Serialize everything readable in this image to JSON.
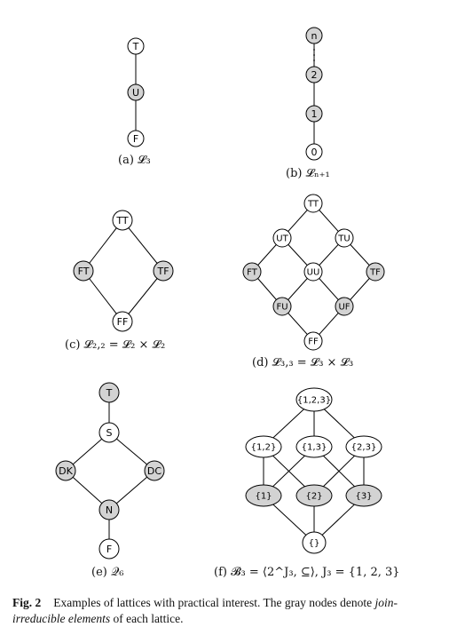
{
  "colors": {
    "gray_node": "#d3d3d3",
    "white_node": "#ffffff",
    "stroke": "#000000"
  },
  "lattices": [
    {
      "caption": "(a) 𝓛₃",
      "nodes": [
        {
          "id": "T",
          "label": "T",
          "gray": false
        },
        {
          "id": "U",
          "label": "U",
          "gray": true
        },
        {
          "id": "F",
          "label": "F",
          "gray": false
        }
      ],
      "edges": [
        [
          "T",
          "U"
        ],
        [
          "U",
          "F"
        ]
      ]
    },
    {
      "caption": "(b) 𝓛ₙ₊₁",
      "nodes": [
        {
          "id": "n",
          "label": "n",
          "gray": true
        },
        {
          "id": "2",
          "label": "2",
          "gray": true
        },
        {
          "id": "1",
          "label": "1",
          "gray": true
        },
        {
          "id": "0",
          "label": "0",
          "gray": false
        }
      ],
      "edges": [
        [
          "n",
          "2"
        ],
        [
          "2",
          "1"
        ],
        [
          "1",
          "0"
        ]
      ]
    },
    {
      "caption": "(c) 𝓛₂,₂ = 𝓛₂ × 𝓛₂",
      "nodes": [
        {
          "id": "TT",
          "label": "TT",
          "gray": false
        },
        {
          "id": "FT",
          "label": "FT",
          "gray": true
        },
        {
          "id": "TF",
          "label": "TF",
          "gray": true
        },
        {
          "id": "FF",
          "label": "FF",
          "gray": false
        }
      ],
      "edges": [
        [
          "TT",
          "FT"
        ],
        [
          "TT",
          "TF"
        ],
        [
          "FT",
          "FF"
        ],
        [
          "TF",
          "FF"
        ]
      ]
    },
    {
      "caption": "(d) 𝓛₃,₃ = 𝓛₃ × 𝓛₃",
      "nodes": [
        {
          "id": "TT",
          "label": "TT",
          "gray": false
        },
        {
          "id": "UT",
          "label": "UT",
          "gray": false
        },
        {
          "id": "TU",
          "label": "TU",
          "gray": false
        },
        {
          "id": "FT",
          "label": "FT",
          "gray": true
        },
        {
          "id": "UU",
          "label": "UU",
          "gray": false
        },
        {
          "id": "TF",
          "label": "TF",
          "gray": true
        },
        {
          "id": "FU",
          "label": "FU",
          "gray": true
        },
        {
          "id": "UF",
          "label": "UF",
          "gray": true
        },
        {
          "id": "FF",
          "label": "FF",
          "gray": false
        }
      ],
      "edges": [
        [
          "TT",
          "UT"
        ],
        [
          "TT",
          "TU"
        ],
        [
          "UT",
          "FT"
        ],
        [
          "UT",
          "UU"
        ],
        [
          "TU",
          "UU"
        ],
        [
          "TU",
          "TF"
        ],
        [
          "FT",
          "FU"
        ],
        [
          "UU",
          "FU"
        ],
        [
          "UU",
          "UF"
        ],
        [
          "TF",
          "UF"
        ],
        [
          "FU",
          "FF"
        ],
        [
          "UF",
          "FF"
        ]
      ]
    },
    {
      "caption": "(e) 𝒬₆",
      "nodes": [
        {
          "id": "T",
          "label": "T",
          "gray": true
        },
        {
          "id": "S",
          "label": "S",
          "gray": false
        },
        {
          "id": "DK",
          "label": "DK",
          "gray": true
        },
        {
          "id": "DC",
          "label": "DC",
          "gray": true
        },
        {
          "id": "N",
          "label": "N",
          "gray": true
        },
        {
          "id": "F",
          "label": "F",
          "gray": false
        }
      ],
      "edges": [
        [
          "T",
          "S"
        ],
        [
          "S",
          "DK"
        ],
        [
          "S",
          "DC"
        ],
        [
          "DK",
          "N"
        ],
        [
          "DC",
          "N"
        ],
        [
          "N",
          "F"
        ]
      ]
    },
    {
      "caption": "(f) 𝓑₃ = ⟨2^J₃, ⊆⟩, J₃ = {1, 2, 3}",
      "nodes": [
        {
          "id": "123",
          "label": "{1,2,3}",
          "gray": false
        },
        {
          "id": "12",
          "label": "{1,2}",
          "gray": false
        },
        {
          "id": "13",
          "label": "{1,3}",
          "gray": false
        },
        {
          "id": "23",
          "label": "{2,3}",
          "gray": false
        },
        {
          "id": "1",
          "label": "{1}",
          "gray": true
        },
        {
          "id": "2",
          "label": "{2}",
          "gray": true
        },
        {
          "id": "3",
          "label": "{3}",
          "gray": true
        },
        {
          "id": "0",
          "label": "{}",
          "gray": false
        }
      ],
      "edges": [
        [
          "123",
          "12"
        ],
        [
          "123",
          "13"
        ],
        [
          "123",
          "23"
        ],
        [
          "12",
          "1"
        ],
        [
          "12",
          "2"
        ],
        [
          "13",
          "1"
        ],
        [
          "13",
          "3"
        ],
        [
          "23",
          "2"
        ],
        [
          "23",
          "3"
        ],
        [
          "1",
          "0"
        ],
        [
          "2",
          "0"
        ],
        [
          "3",
          "0"
        ]
      ]
    }
  ],
  "figure_caption": {
    "label": "Fig. 2",
    "text_before": "Examples of lattices with practical interest. The gray nodes denote ",
    "emphasis": "join-irreducible elements",
    "text_after": " of each lattice."
  }
}
